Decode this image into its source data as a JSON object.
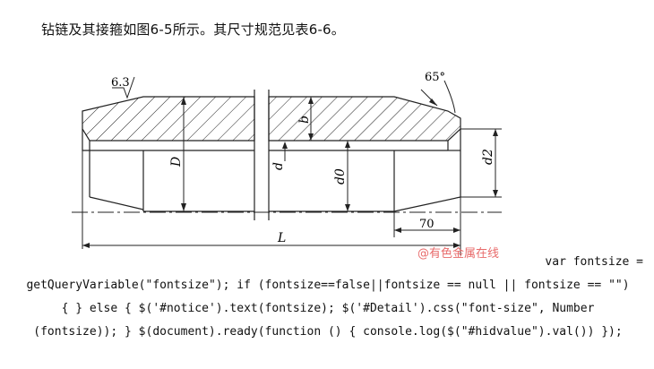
{
  "intro_text": "钻链及其接箍如图6-5所示。其尺寸规范见表6-6。",
  "labels": {
    "roughness": "6.3",
    "angle": "65°",
    "b": "b",
    "D": "D",
    "d": "d",
    "d0": "d0",
    "d2": "d2",
    "len70": "70",
    "L": "L"
  },
  "watermark": "@有色金属在线",
  "code_lines": [
    "var fontsize =",
    "getQueryVariable(\"fontsize\"); if (fontsize==false||fontsize == null || fontsize == \"\")",
    "{ } else { $('#notice').text(fontsize); $('#Detail').css(\"font-size\", Number",
    "(fontsize)); } $(document).ready(function () { console.log($(\"#hidvalue\").val()) });"
  ]
}
